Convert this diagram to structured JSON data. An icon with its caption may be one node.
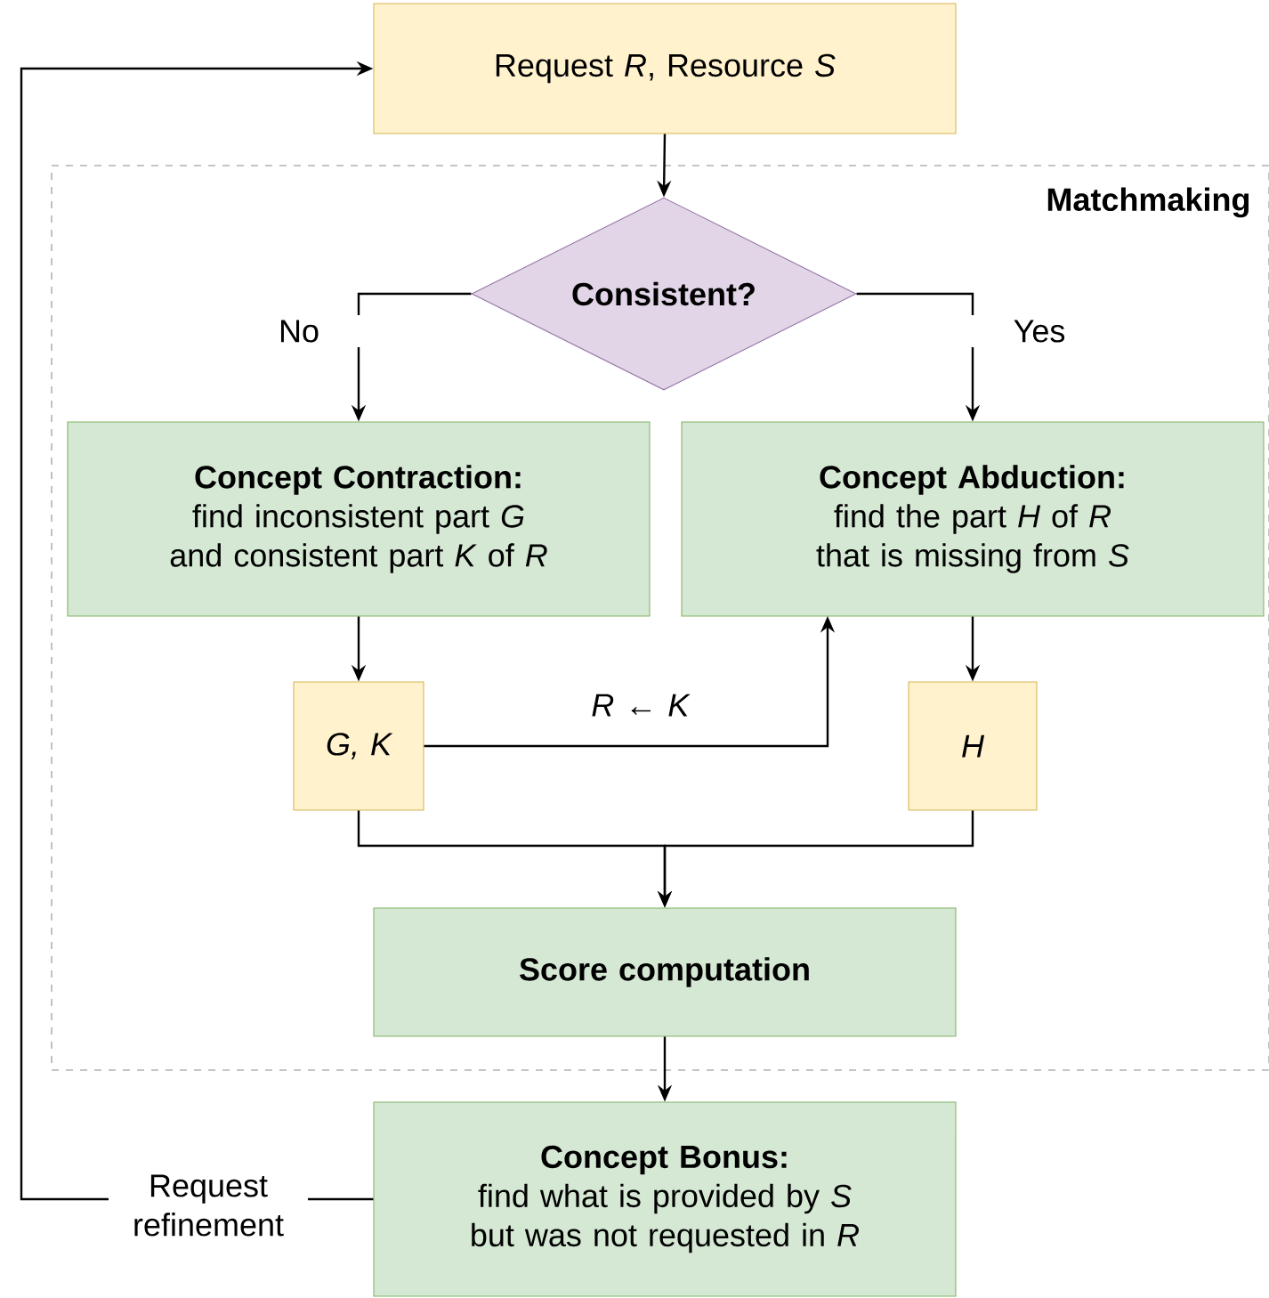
{
  "diagram": {
    "nodes": [
      {
        "text": [
          "Request *R*, Resource *S*"
        ]
      },
      {
        "text": [
          "Matchmaking"
        ]
      },
      {
        "text": [
          "Consistent?"
        ],
        "in": 1
      },
      {
        "text": [
          "Concept Contraction:",
          "find inconsistent part *G* and consistent part *K* of *R*"
        ],
        "in": 1
      },
      {
        "text": [
          "Concept Abduction:",
          "find the part *H* of *R* that is missing from *S*"
        ],
        "in": 1
      },
      {
        "text": [
          "G, K"
        ],
        "in": 1
      },
      {
        "text": [
          "H"
        ],
        "in": 1
      },
      {
        "text": [
          "Score computation"
        ],
        "in": 1
      },
      {
        "text": [
          "Concept Bonus:",
          "find what is provided by *S* but was not requested in *R*"
        ]
      }
    ],
    "edges": [
      {
        "from": 0,
        "to": 2,
        "arrow": "to"
      },
      {
        "from": 2,
        "to": 3,
        "arrow": "to",
        "label": "No"
      },
      {
        "from": 2,
        "to": 4,
        "arrow": "to",
        "label": "Yes"
      },
      {
        "from": 3,
        "to": 5,
        "arrow": "to"
      },
      {
        "from": 4,
        "to": 6,
        "arrow": "to"
      },
      {
        "from": 5,
        "to": 4,
        "arrow": "to",
        "label": "*R* ← *K*"
      },
      {
        "from": 5,
        "to": 7,
        "arrow": "to"
      },
      {
        "from": 6,
        "to": 7,
        "arrow": "to"
      },
      {
        "from": 7,
        "to": 8,
        "arrow": "to"
      },
      {
        "from": 8,
        "to": 0,
        "arrow": "to",
        "label": "Request refinement"
      }
    ]
  }
}
